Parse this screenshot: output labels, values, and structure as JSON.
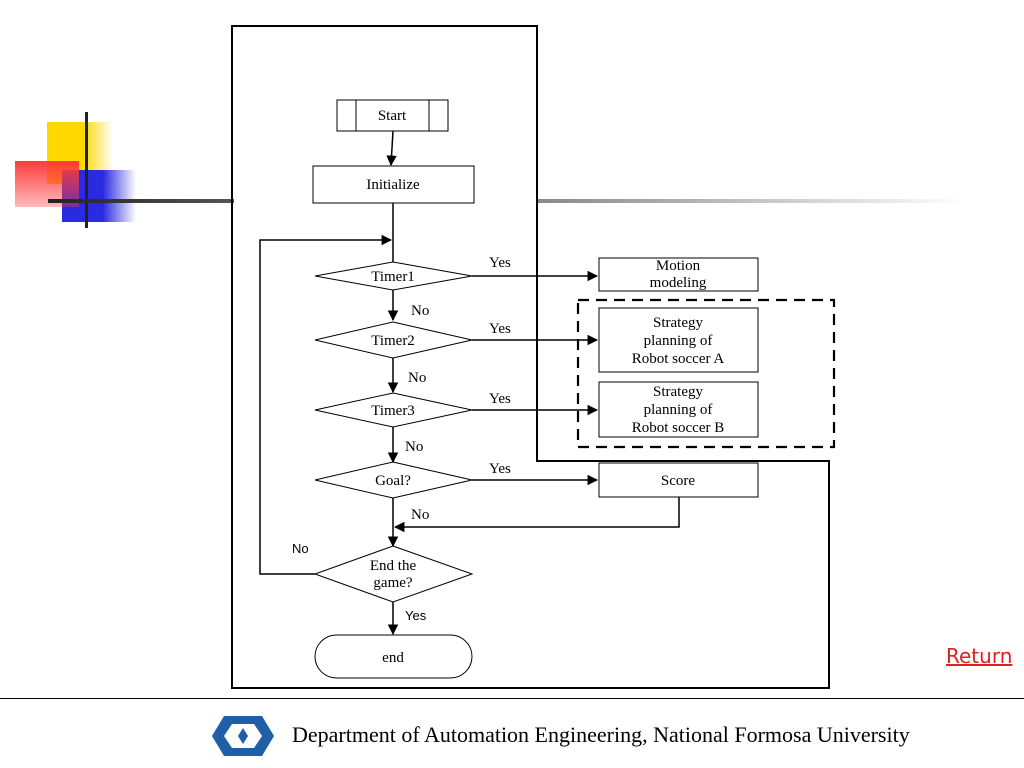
{
  "flowchart": {
    "nodes": {
      "start": "Start",
      "initialize": "Initialize",
      "timer1": "Timer1",
      "timer2": "Timer2",
      "timer3": "Timer3",
      "goal": "Goal?",
      "end_game": [
        "End the",
        "game?"
      ],
      "end": "end",
      "motion": [
        "Motion",
        "modeling"
      ],
      "strategy_a": [
        "Strategy",
        "planning of",
        "Robot soccer A"
      ],
      "strategy_b": [
        "Strategy",
        "planning of",
        "Robot soccer B"
      ],
      "score": "Score"
    },
    "edge_labels": {
      "timer1_yes": "Yes",
      "timer1_no": "No",
      "timer2_yes": "Yes",
      "timer2_no": "No",
      "timer3_yes": "Yes",
      "timer3_no": "No",
      "goal_yes": "Yes",
      "goal_no": "No",
      "end_no": "No",
      "end_yes": "Yes"
    }
  },
  "return_link": "Return",
  "footer": {
    "institution": "Department of Automation Engineering, National Formosa University"
  },
  "colors": {
    "accent_yellow": "#ffd800",
    "accent_red": "#ff3b3b",
    "accent_blue": "#2a2ae0",
    "return_red": "#e02020"
  }
}
